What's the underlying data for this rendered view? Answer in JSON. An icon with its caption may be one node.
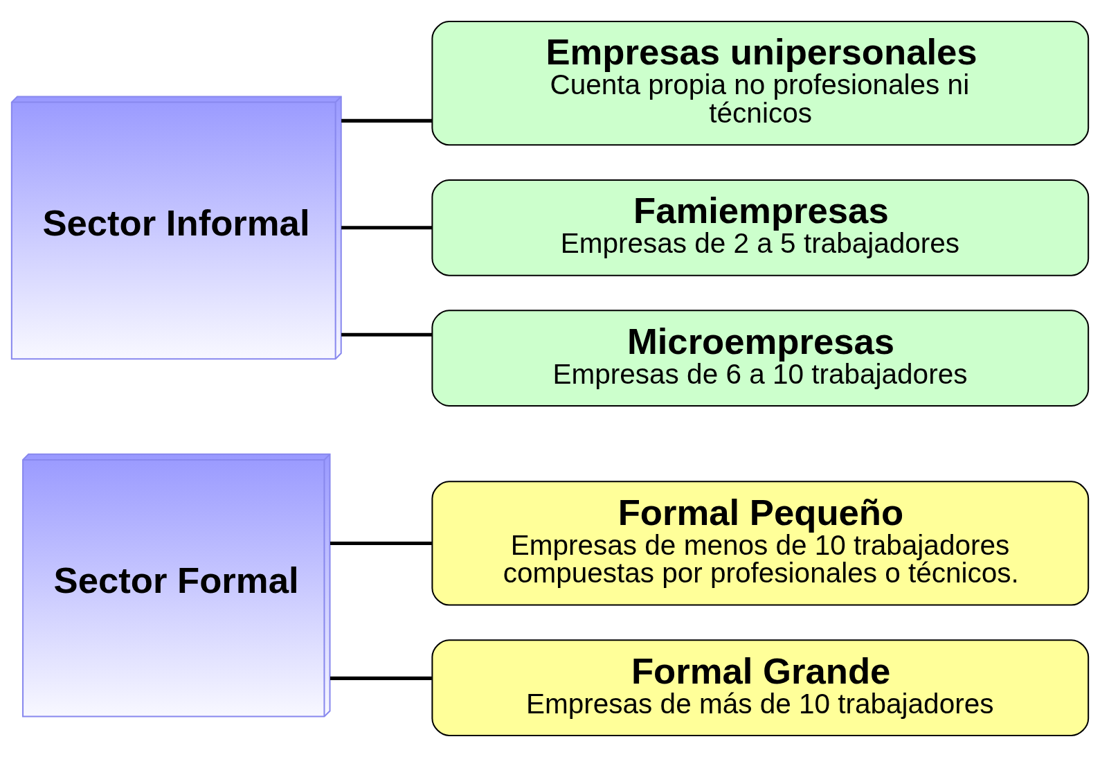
{
  "diagram": {
    "nodes": [
      {
        "text": [
          "Sector Formal"
        ]
      },
      {
        "text": [
          "Formal Pequeño",
          "Empresas de menos de 10 trabajadores compuestas por profesionales o técnicos."
        ]
      },
      {
        "text": [
          "Formal Grande",
          "Empresas de más de 10 trabajadores"
        ]
      },
      {
        "text": [
          "Sector Informal"
        ]
      },
      {
        "text": [
          "Empresas unipersonales",
          "Cuenta propia no profesionales ni técnicos"
        ]
      },
      {
        "text": [
          "Famiempresas",
          "Empresas de 2 a 5 trabajadores"
        ]
      },
      {
        "text": [
          "Microempresas",
          "Empresas de 6 a 10 trabajadores"
        ]
      }
    ],
    "edges": [
      {
        "from": 0,
        "to": 1,
        "arrow": "none"
      },
      {
        "from": 0,
        "to": 2,
        "arrow": "none"
      },
      {
        "from": 3,
        "to": 4,
        "arrow": "none"
      },
      {
        "from": 3,
        "to": 5,
        "arrow": "none"
      },
      {
        "from": 3,
        "to": 6,
        "arrow": "none"
      }
    ]
  }
}
